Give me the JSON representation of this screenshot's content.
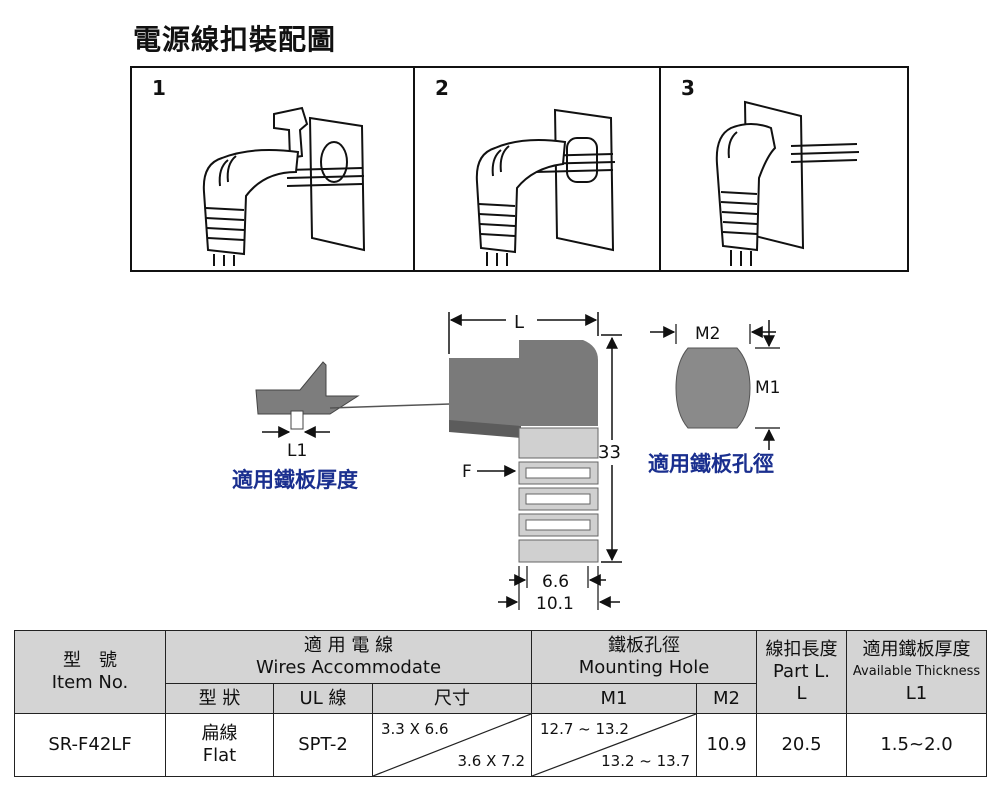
{
  "title": "電源線扣裝配圖",
  "steps": [
    {
      "number": "1"
    },
    {
      "number": "2"
    },
    {
      "number": "3"
    }
  ],
  "diagram": {
    "dim_L": "L",
    "dim_33": "33",
    "dim_F": "F",
    "dim_6_6": "6.6",
    "dim_10_1": "10.1",
    "dim_L1": "L1",
    "label_thickness": "適用鐵板厚度",
    "dim_M2": "M2",
    "dim_M1": "M1",
    "label_hole": "適用鐵板孔徑"
  },
  "table": {
    "model_header_cn": "型　號",
    "model_header_en": "Item No.",
    "wires_header_cn": "適 用 電 線",
    "wires_header_en": "Wires Accommodate",
    "hole_header_cn": "鐵板孔徑",
    "hole_header_en": "Mounting Hole",
    "length_header_cn": "線扣長度",
    "length_header_en": "Part L.",
    "length_header_sym": "L",
    "thick_header_cn": "適用鐵板厚度",
    "thick_header_en": "Available Thickness",
    "thick_header_sym": "L1",
    "sub_shape": "型 狀",
    "sub_ul": "UL 線",
    "sub_size": "尺寸",
    "sub_m1": "M1",
    "sub_m2": "M2",
    "row": {
      "item_no": "SR-F42LF",
      "shape_cn": "扁線",
      "shape_en": "Flat",
      "ul": "SPT-2",
      "size_a": "3.3 X 6.6",
      "size_b": "3.6 X 7.2",
      "m1_a": "12.7 ~ 13.2",
      "m1_b": "13.2 ~ 13.7",
      "m2": "10.9",
      "length": "20.5",
      "thickness": "1.5~2.0"
    }
  }
}
